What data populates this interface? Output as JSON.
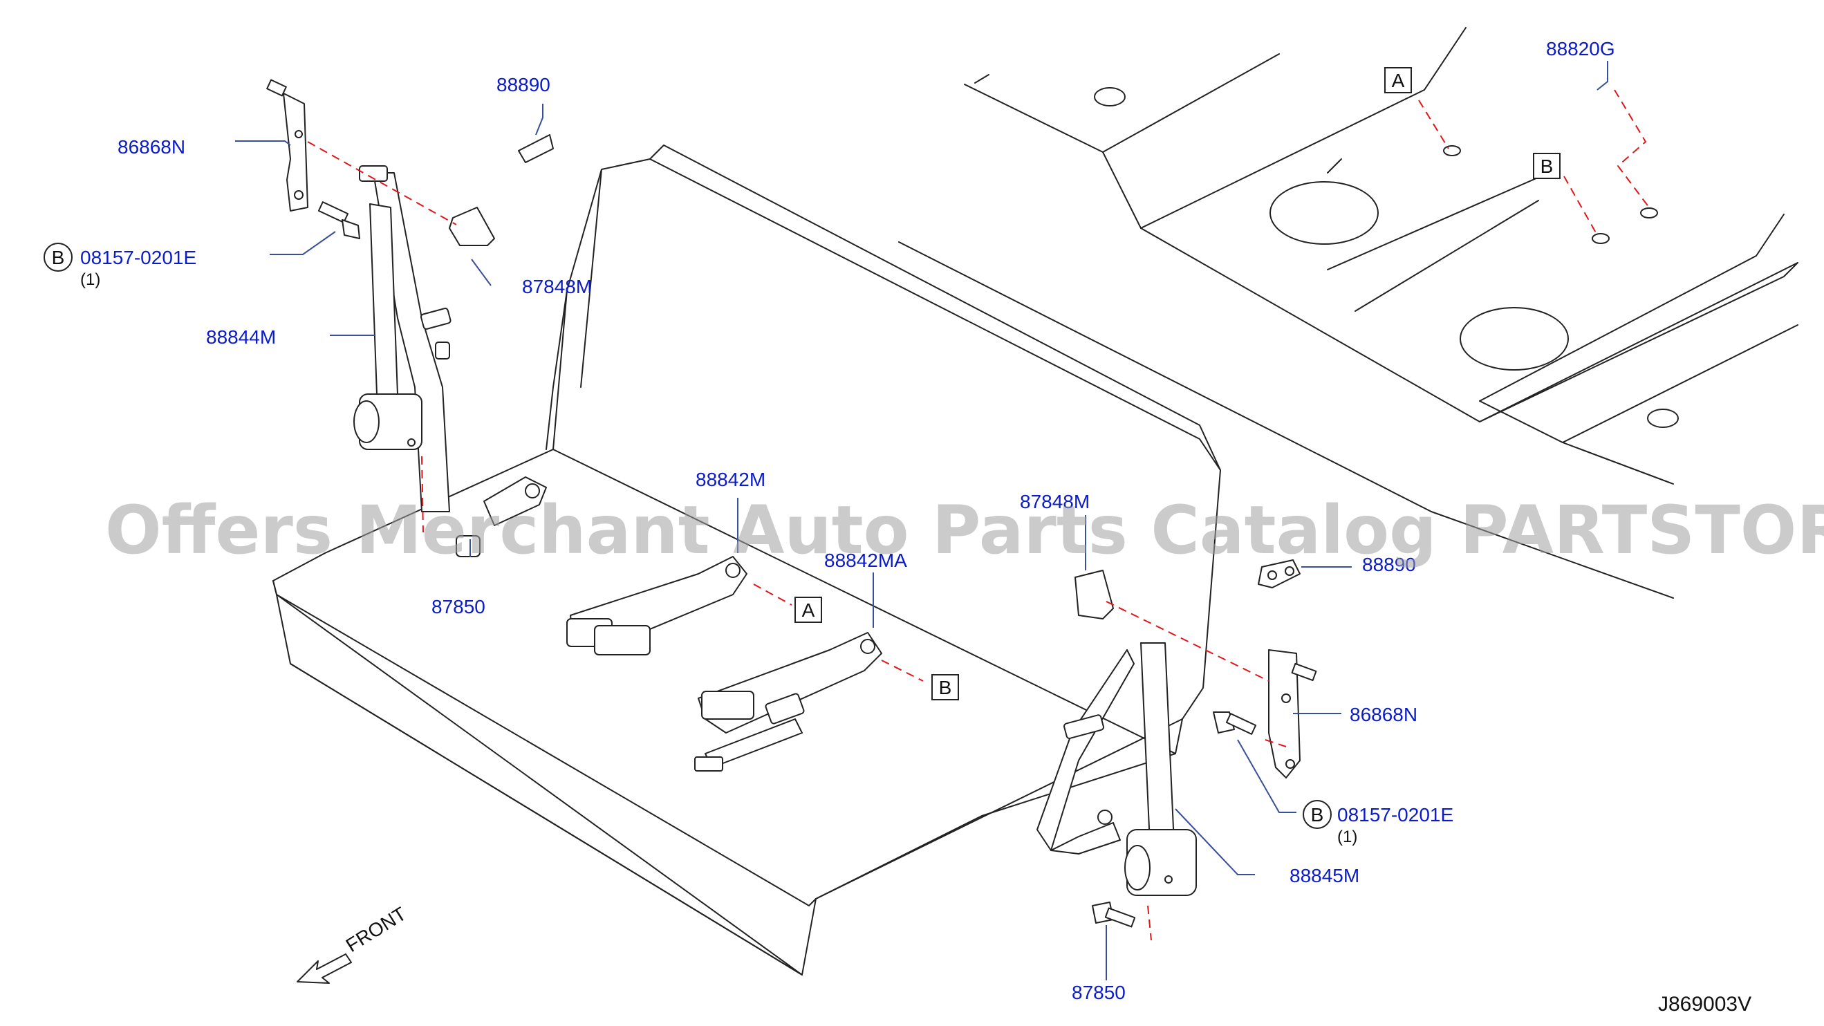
{
  "watermark": "Offers Merchant Auto Parts Catalog PARTSTORE.SA",
  "diagram_code": "J869003V",
  "front_label": "FRONT",
  "colors": {
    "part_number": "#0b1bc8",
    "leader": "#3a4f9a",
    "dash": "#e0161b",
    "watermark": "#a0a0a0"
  },
  "callouts": {
    "p86868n_left": "86868N",
    "p08157_left": "08157-0201E",
    "p08157_left_qty": "(1)",
    "p88844m": "88844M",
    "p88890_top": "88890",
    "p87848m_left": "87848M",
    "p87850_left": "87850",
    "p88842m": "88842M",
    "p88842ma": "88842MA",
    "p87848m_right": "87848M",
    "p88890_right": "88890",
    "p86868n_right": "86868N",
    "p08157_right": "08157-0201E",
    "p08157_right_qty": "(1)",
    "p88845m": "88845M",
    "p87850_right": "87850",
    "p88820g": "88820G"
  },
  "ref_marks": {
    "a_top": "A",
    "b_top": "B",
    "a_mid": "A",
    "b_mid": "B",
    "b_circle_left": "B",
    "b_circle_right": "B"
  }
}
